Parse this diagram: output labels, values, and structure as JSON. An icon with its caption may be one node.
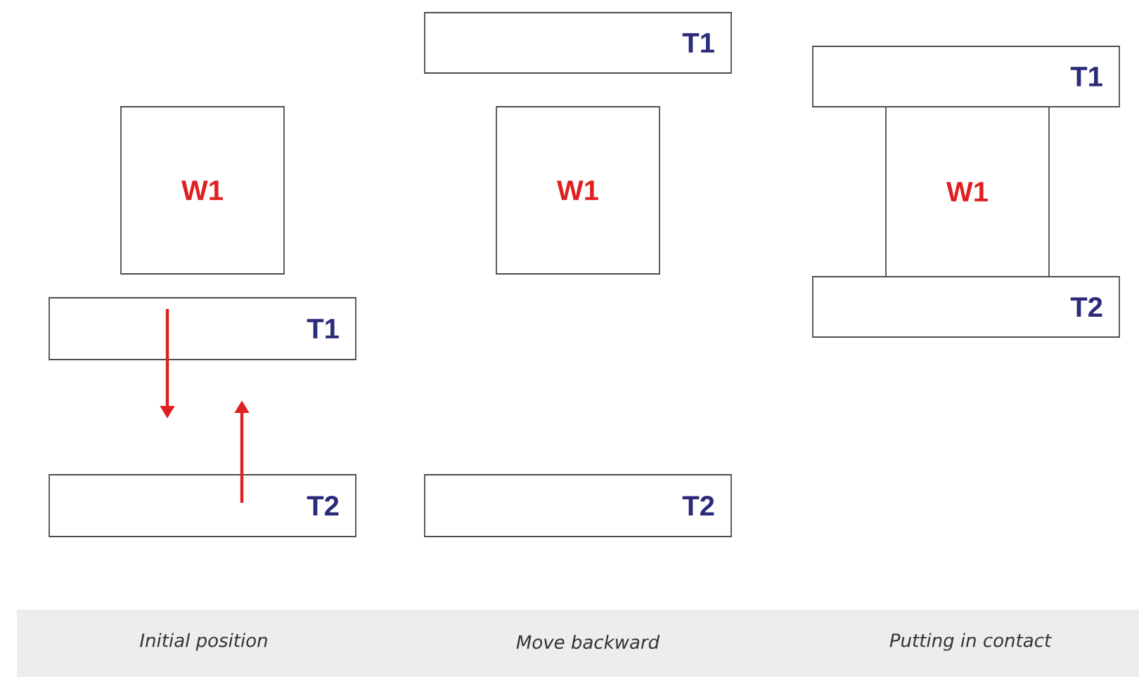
{
  "diagram": {
    "nodes": [
      {
        "text": [
          "W1"
        ]
      },
      {
        "text": [
          "T1"
        ]
      },
      {
        "text": [
          "T2"
        ]
      },
      {
        "text": [
          "T1"
        ]
      },
      {
        "text": [
          "W1"
        ]
      },
      {
        "text": [
          "T2"
        ]
      },
      {
        "text": [
          "T1"
        ]
      },
      {
        "text": [
          "W1"
        ]
      },
      {
        "text": [
          "T2"
        ]
      }
    ],
    "labels": [
      "Initial position",
      "Move backward",
      "Putting in contact"
    ]
  }
}
